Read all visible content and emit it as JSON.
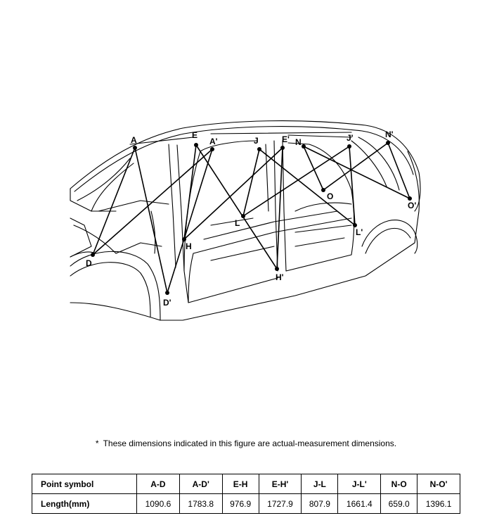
{
  "points": {
    "A": "A",
    "A_prime": "A'",
    "D": "D",
    "D_prime": "D'",
    "E": "E",
    "E_prime": "E'",
    "H": "H",
    "H_prime": "H'",
    "J": "J",
    "J_prime": "J'",
    "L": "L",
    "L_prime": "L'",
    "N": "N",
    "N_prime": "N'",
    "O": "O",
    "O_prime": "O'"
  },
  "note": {
    "symbol": "*",
    "text": "These dimensions indicated in this figure are actual-measurement dimensions."
  },
  "table": {
    "header_label": "Point symbol",
    "row_label": "Length(mm)",
    "columns": [
      {
        "symbol": "A-D",
        "length": "1090.6"
      },
      {
        "symbol": "A-D'",
        "length": "1783.8"
      },
      {
        "symbol": "E-H",
        "length": "976.9"
      },
      {
        "symbol": "E-H'",
        "length": "1727.9"
      },
      {
        "symbol": "J-L",
        "length": "807.9"
      },
      {
        "symbol": "J-L'",
        "length": "1661.4"
      },
      {
        "symbol": "N-O",
        "length": "659.0"
      },
      {
        "symbol": "N-O'",
        "length": "1396.1"
      }
    ]
  }
}
